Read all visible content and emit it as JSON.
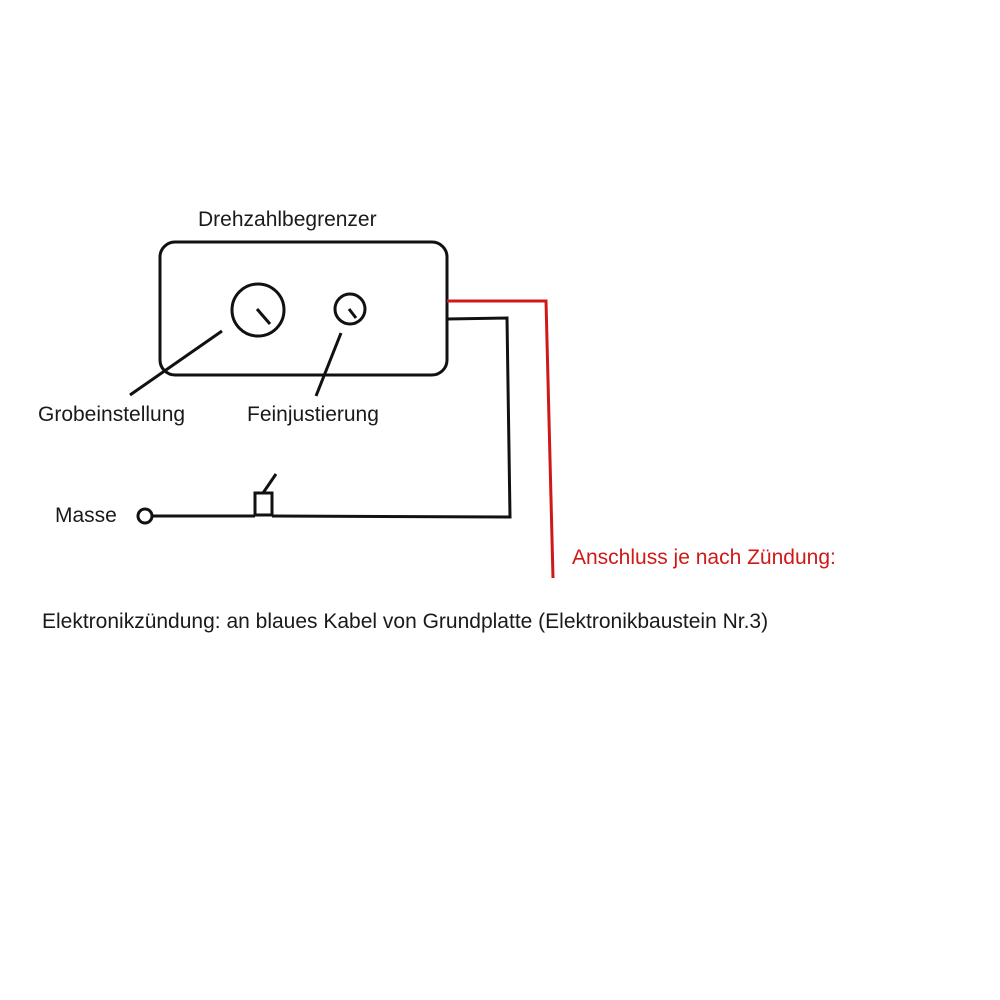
{
  "title": "Drehzahlbegrenzer",
  "labels": {
    "coarse": "Grobeinstellung",
    "fine": "Feinjustierung",
    "ground": "Masse",
    "connection": "Anschluss je nach Zündung:",
    "note": "Elektronikzündung: an blaues Kabel von Grundplatte (Elektronikbaustein Nr.3)"
  },
  "colors": {
    "wire_black": "#111111",
    "wire_red": "#d01818",
    "text_red": "#d01818"
  }
}
